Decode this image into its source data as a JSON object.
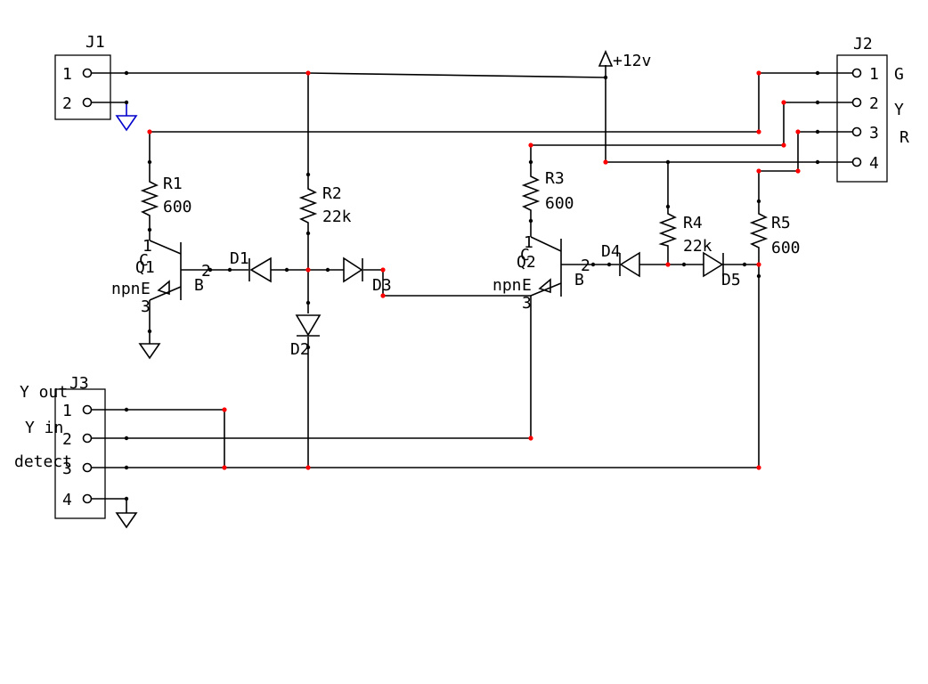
{
  "connectors": {
    "j1": {
      "label": "J1",
      "pins": [
        "1",
        "2"
      ]
    },
    "j2": {
      "label": "J2",
      "pins": [
        "1",
        "2",
        "3",
        "4"
      ],
      "signals": [
        "G",
        "Y",
        "R"
      ]
    },
    "j3": {
      "label": "J3",
      "pins": [
        "1",
        "2",
        "3",
        "4"
      ],
      "signals": [
        "Y out",
        "Y in",
        "detect"
      ]
    }
  },
  "supply": {
    "label": "+12v"
  },
  "resistors": [
    {
      "ref": "R1",
      "value": "600"
    },
    {
      "ref": "R2",
      "value": "22k"
    },
    {
      "ref": "R3",
      "value": "600"
    },
    {
      "ref": "R4",
      "value": "22k"
    },
    {
      "ref": "R5",
      "value": "600"
    }
  ],
  "diodes": [
    "D1",
    "D2",
    "D3",
    "D4",
    "D5"
  ],
  "transistors": [
    {
      "ref": "Q1",
      "type": "npn",
      "pins": [
        "1",
        "2",
        "3"
      ],
      "terminals": [
        "C",
        "B",
        "E"
      ]
    },
    {
      "ref": "Q2",
      "type": "npn",
      "pins": [
        "1",
        "2",
        "3"
      ],
      "terminals": [
        "C",
        "B",
        "E"
      ]
    }
  ],
  "colors": {
    "wire": "#000000",
    "junction": "#ff0000",
    "ground_j1": "#0000cc"
  }
}
